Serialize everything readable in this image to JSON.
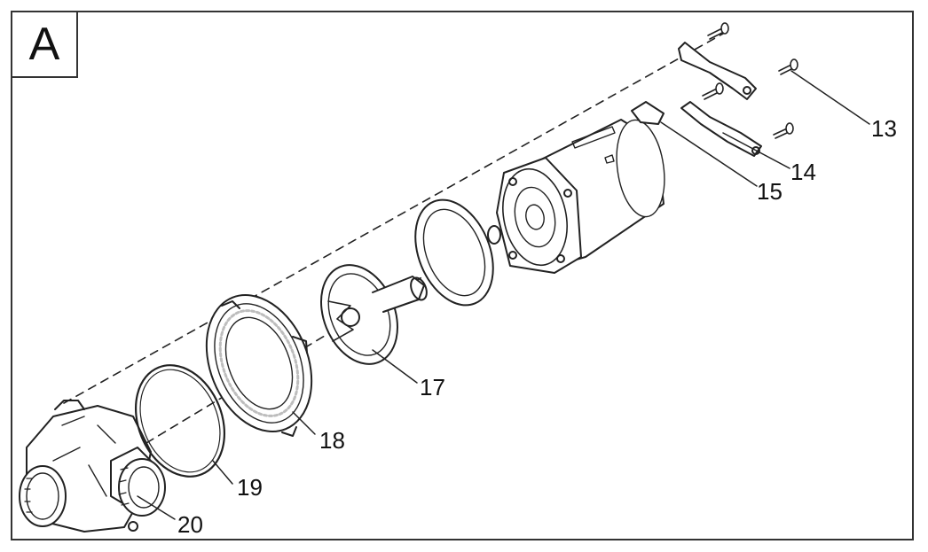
{
  "panel": {
    "label": "A"
  },
  "callouts": {
    "c13": "13",
    "c14": "14",
    "c15": "15",
    "c17": "17",
    "c18": "18",
    "c19": "19",
    "c20": "20"
  },
  "colors": {
    "ink": "#222222",
    "frame": "#333333",
    "shade": "#bdbdbd"
  }
}
